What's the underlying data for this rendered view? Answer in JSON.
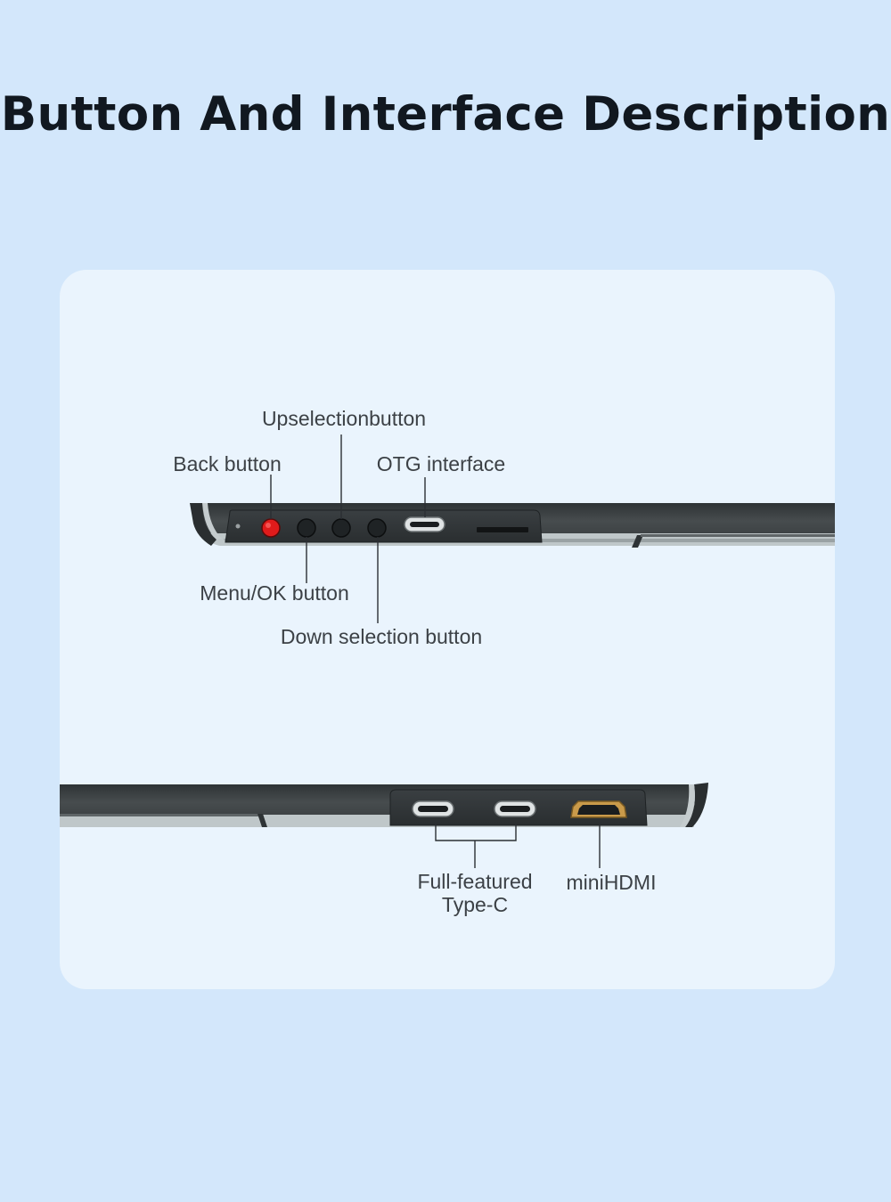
{
  "page": {
    "title": "Button And Interface Description"
  },
  "top_edge": {
    "labels": {
      "up_selection": "Upselectionbutton",
      "back": "Back button",
      "otg": "OTG interface",
      "menu_ok": "Menu/OK button",
      "down_selection": "Down selection button"
    },
    "back_button_color": "#e01b1b"
  },
  "bottom_edge": {
    "labels": {
      "type_c_line1": "Full-featured",
      "type_c_line2": "Type-C",
      "mini_hdmi": "miniHDMI"
    },
    "hdmi_color": "#c99a4a"
  },
  "colors": {
    "background": "#d3e7fb",
    "card": "#eaf4fd",
    "device_body": "#3f4446",
    "label_text": "#3c4146"
  }
}
